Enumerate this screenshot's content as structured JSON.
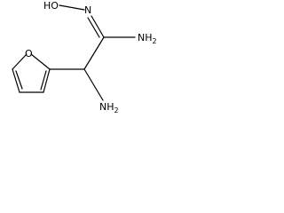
{
  "molecule": {
    "atom_labels": {
      "hydroxyl": "HO",
      "oxime_nitrogen": "N",
      "amidine_amine": "NH",
      "amidine_amine_subscript": "2",
      "alpha_amine": "NH",
      "alpha_amine_subscript": "2",
      "furan_oxygen": "O"
    }
  }
}
